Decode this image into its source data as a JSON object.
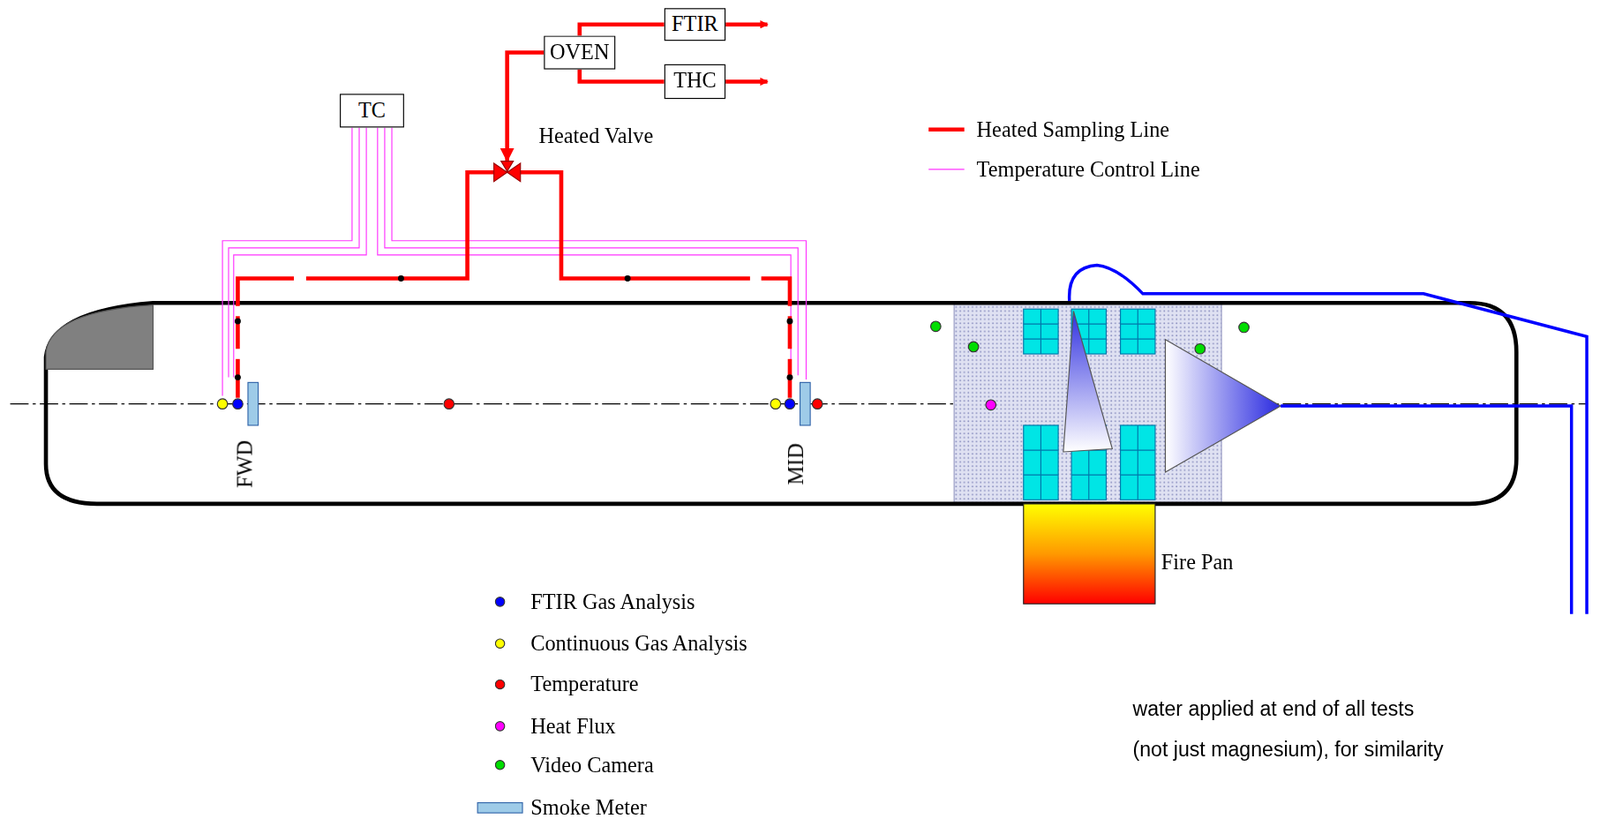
{
  "diagram": {
    "nodes": [
      {
        "text": [
          "FTIR"
        ]
      },
      {
        "text": [
          "OVEN"
        ]
      },
      {
        "text": [
          "THC"
        ]
      },
      {
        "text": [
          "TC"
        ]
      },
      {
        "text": [
          "Heated Valve"
        ]
      }
    ],
    "edges": [
      {
        "from": 1,
        "to": 4,
        "arrow": "to"
      },
      {
        "from": 1,
        "to": 0,
        "arrow": "none"
      },
      {
        "from": 1,
        "to": 2,
        "arrow": "none"
      }
    ],
    "labels": [
      "FWD",
      "MID",
      "Fire Pan",
      "water applied at end of all tests",
      "(not just magnesium), for similarity"
    ],
    "legend": [
      {
        "text": "Heated Sampling Line"
      },
      {
        "text": "Temperature Control Line"
      },
      {
        "text": "FTIR Gas Analysis",
        "color": "#0000ff"
      },
      {
        "text": "Continuous Gas Analysis",
        "color": "#ffff00"
      },
      {
        "text": "Temperature",
        "color": "#ff0000"
      },
      {
        "text": "Heat Flux",
        "color": "#ff00ff"
      },
      {
        "text": "Video Camera",
        "color": "#00dd00"
      },
      {
        "text": "Smoke Meter"
      }
    ]
  }
}
